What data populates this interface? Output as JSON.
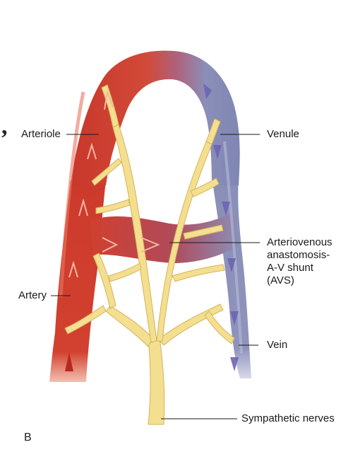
{
  "diagram": {
    "labels": {
      "arteriole": "Arteriole",
      "venule": "Venule",
      "avs_line1": "Arteriovenous",
      "avs_line2": "anastomosis-",
      "avs_line3": "A-V shunt",
      "avs_line4": "(AVS)",
      "artery": "Artery",
      "vein": "Vein",
      "sympathetic_nerves": "Sympathetic nerves",
      "panel": "B",
      "stray_mark": ","
    },
    "colors": {
      "artery": "#c8372b",
      "artery_light": "#e36a52",
      "vein": "#8a8fb8",
      "vein_light": "#b3b6d4",
      "nerve": "#f2dc8a",
      "nerve_outline": "#c9a74a",
      "arrow_artery": "#f4b7a5",
      "arrow_vein": "#6e64b3"
    }
  }
}
